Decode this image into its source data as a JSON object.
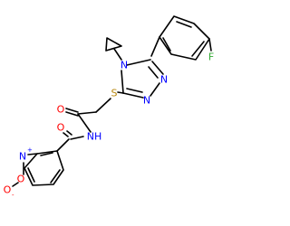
{
  "atoms": {
    "fluorine": "F",
    "nitrogen_ring_n4": "N",
    "nitrogen_ring_n1": "N",
    "nitrogen_ring_n2": "N",
    "sulfur": "S",
    "carbonyl_oxygen_1": "O",
    "amide_nitrogen": "NH",
    "carbonyl_oxygen_2": "O",
    "nitro_nitrogen": "N",
    "nitro_plus": "+",
    "nitro_oxygen_top": "O",
    "nitro_oxygen_bottom": "O",
    "nitro_minus": "-"
  },
  "colors": {
    "bond": "#000000",
    "nitrogen": "#0000ff",
    "oxygen": "#ff0000",
    "sulfur": "#b8860b",
    "fluorine": "#33aa33"
  }
}
